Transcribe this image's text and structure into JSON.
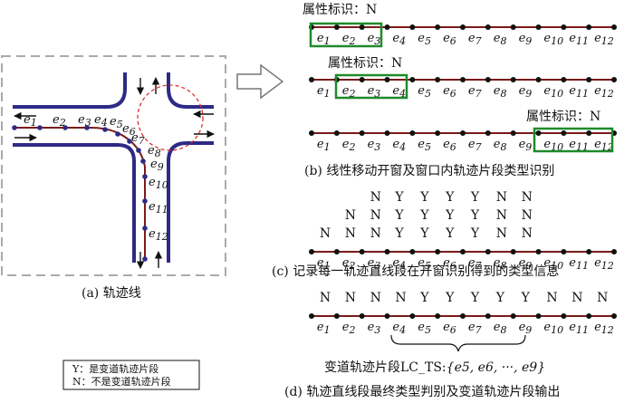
{
  "attr_label": "属性标识：N",
  "segments": [
    "1",
    "2",
    "3",
    "4",
    "5",
    "6",
    "7",
    "8",
    "9",
    "10",
    "11",
    "12"
  ],
  "seg_prefix": "e",
  "captions": {
    "a": "(a) 轨迹线",
    "b": "(b) 线性移动开窗及窗口内轨迹片段类型识别",
    "c": "(c) 记录每一轨迹直线段在开窗识别得到的类型信息",
    "d": "(d) 轨迹直线段最终类型判别及变道轨迹片段输出"
  },
  "legend": {
    "y": "Y：是变道轨迹片段",
    "n": "N：不是变道轨迹片段"
  },
  "panel_c_rows": [
    [
      "N",
      "Y",
      "Y",
      "Y",
      "Y",
      "N",
      "N"
    ],
    [
      "N",
      "N",
      "Y",
      "Y",
      "Y",
      "Y",
      "N",
      "N"
    ],
    [
      "N",
      "N",
      "N",
      "Y",
      "Y",
      "Y",
      "Y",
      "N",
      "N"
    ]
  ],
  "panel_d_types": [
    "N",
    "N",
    "N",
    "N",
    "Y",
    "Y",
    "Y",
    "Y",
    "Y",
    "N",
    "N",
    "N"
  ],
  "lc_ts_label": "变道轨迹片段LC_TS:",
  "lc_ts_set": "{e5, e6, ···, e9}",
  "colors": {
    "road": "#2e2a86",
    "track": "#7a1a1a",
    "window": "#1f8a2a",
    "circle": "#e03030",
    "dash": "#aaaaaa"
  }
}
